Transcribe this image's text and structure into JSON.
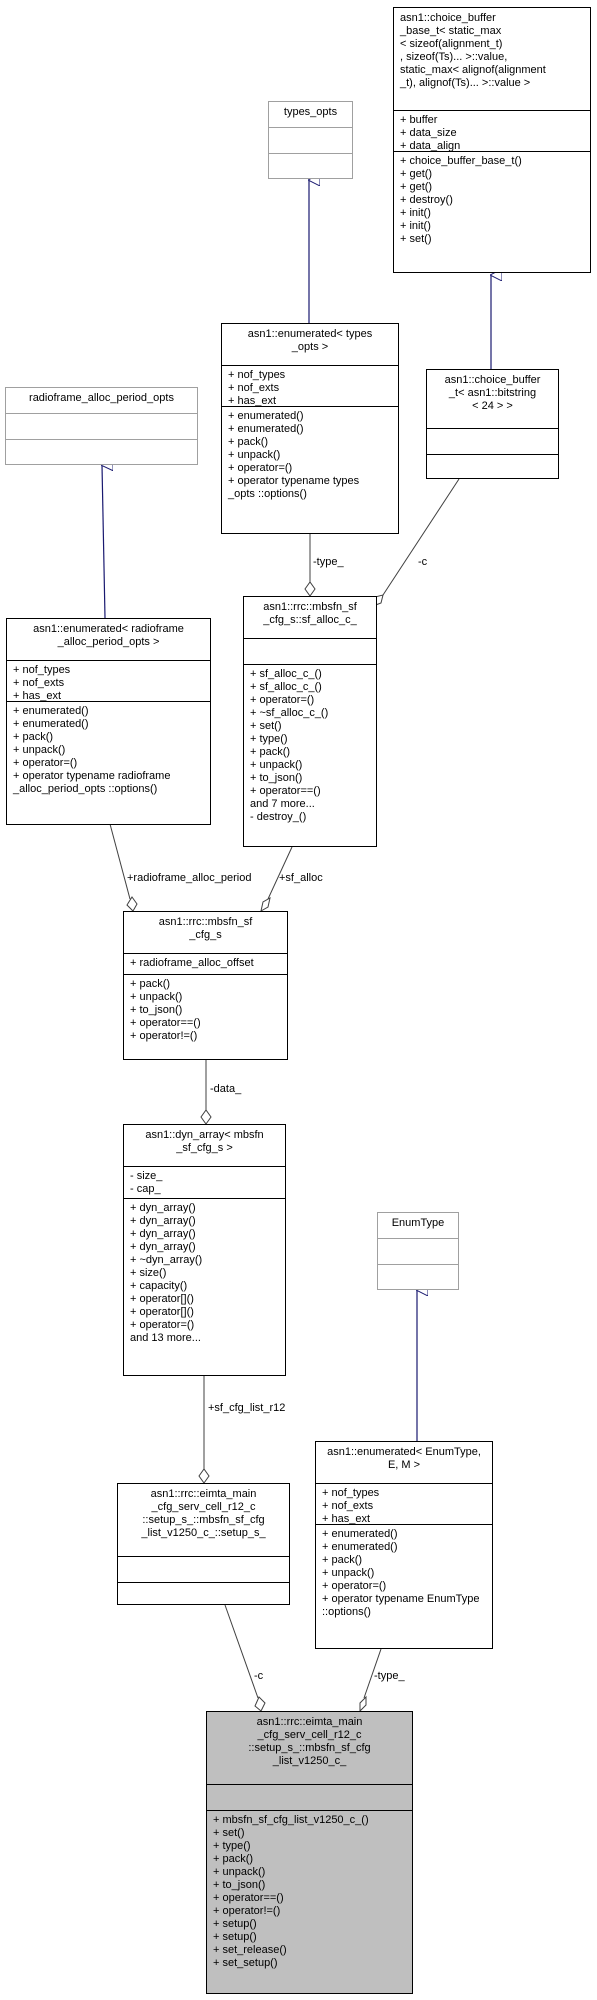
{
  "classes": {
    "choice_buffer_base": {
      "title": [
        "asn1::choice_buffer",
        "_base_t< static_max",
        "< sizeof(alignment_t)",
        ", sizeof(Ts)... >::value,",
        " static_max< alignof(alignment",
        "_t), alignof(Ts)... >::value >"
      ],
      "attributes": [
        "+ buffer",
        "+ data_size",
        "+ data_align"
      ],
      "methods": [
        "+ choice_buffer_base_t()",
        "+ get()",
        "+ get()",
        "+ destroy()",
        "+ init()",
        "+ init()",
        "+ set()"
      ]
    },
    "types_opts": {
      "title": [
        "types_opts"
      ],
      "attributes": [],
      "methods": []
    },
    "enumerated_types_opts": {
      "title": [
        "asn1::enumerated< types",
        "_opts >"
      ],
      "attributes": [
        "+ nof_types",
        "+ nof_exts",
        "+ has_ext"
      ],
      "methods": [
        "+ enumerated()",
        "+ enumerated()",
        "+ pack()",
        "+ unpack()",
        "+ operator=()",
        "+ operator typename types",
        "_opts ::options()"
      ]
    },
    "choice_buffer_bitstring": {
      "title": [
        "asn1::choice_buffer",
        "_t< asn1::bitstring",
        "< 24 > >"
      ],
      "attributes": [],
      "methods": []
    },
    "radioframe_alloc_period_opts": {
      "title": [
        "radioframe_alloc_period_opts"
      ],
      "attributes": [],
      "methods": []
    },
    "enumerated_radioframe": {
      "title": [
        "asn1::enumerated< radioframe",
        "_alloc_period_opts >"
      ],
      "attributes": [
        "+ nof_types",
        "+ nof_exts",
        "+ has_ext"
      ],
      "methods": [
        "+ enumerated()",
        "+ enumerated()",
        "+ pack()",
        "+ unpack()",
        "+ operator=()",
        "+ operator typename radioframe",
        "_alloc_period_opts ::options()"
      ]
    },
    "sf_alloc_c": {
      "title": [
        "asn1::rrc::mbsfn_sf",
        "_cfg_s::sf_alloc_c_"
      ],
      "attributes": [],
      "methods": [
        "+ sf_alloc_c_()",
        "+ sf_alloc_c_()",
        "+ operator=()",
        "+ ~sf_alloc_c_()",
        "+ set()",
        "+ type()",
        "+ pack()",
        "+ unpack()",
        "+ to_json()",
        "+ operator==()",
        "and 7 more...",
        "- destroy_()"
      ]
    },
    "mbsfn_sf_cfg_s": {
      "title": [
        "asn1::rrc::mbsfn_sf",
        "_cfg_s"
      ],
      "attributes": [
        "+ radioframe_alloc_offset"
      ],
      "methods": [
        "+ pack()",
        "+ unpack()",
        "+ to_json()",
        "+ operator==()",
        "+ operator!=()"
      ]
    },
    "dyn_array": {
      "title": [
        "asn1::dyn_array< mbsfn",
        "_sf_cfg_s >"
      ],
      "attributes": [
        "- size_",
        "- cap_"
      ],
      "methods": [
        "+ dyn_array()",
        "+ dyn_array()",
        "+ dyn_array()",
        "+ dyn_array()",
        "+ ~dyn_array()",
        "+ size()",
        "+ capacity()",
        "+ operator[]()",
        "+ operator[]()",
        "+ operator=()",
        "and 13 more..."
      ]
    },
    "enum_type": {
      "title": [
        "EnumType"
      ],
      "attributes": [],
      "methods": []
    },
    "enumerated_enumtype": {
      "title": [
        "asn1::enumerated< EnumType,",
        "E, M >"
      ],
      "attributes": [
        "+ nof_types",
        "+ nof_exts",
        "+ has_ext"
      ],
      "methods": [
        "+ enumerated()",
        "+ enumerated()",
        "+ pack()",
        "+ unpack()",
        "+ operator=()",
        "+ operator typename EnumType",
        "::options()"
      ]
    },
    "setup_s": {
      "title": [
        "asn1::rrc::eimta_main",
        "_cfg_serv_cell_r12_c",
        "::setup_s_::mbsfn_sf_cfg",
        "_list_v1250_c_::setup_s_"
      ],
      "attributes": [],
      "methods": []
    },
    "main_class": {
      "title": [
        "asn1::rrc::eimta_main",
        "_cfg_serv_cell_r12_c",
        "::setup_s_::mbsfn_sf_cfg",
        "_list_v1250_c_"
      ],
      "attributes": [],
      "methods": [
        "+ mbsfn_sf_cfg_list_v1250_c_()",
        "+ set()",
        "+ type()",
        "+ pack()",
        "+ unpack()",
        "+ to_json()",
        "+ operator==()",
        "+ operator!=()",
        "+ setup()",
        "+ setup()",
        "+ set_release()",
        "+ set_setup()"
      ]
    }
  },
  "labels": {
    "type_enum_types": "-type_",
    "c_choice": "-c",
    "radioframe_alloc_period": "+radioframe_alloc_period",
    "sf_alloc": "+sf_alloc",
    "data": "-data_",
    "sf_cfg_list_r12": "+sf_cfg_list_r12",
    "c_setup": "-c",
    "type_enumtype": "-type_"
  },
  "colors": {
    "inheritance_arrow": "#191970",
    "highlight_fill": "#bfbfbf",
    "grey_border": "#a0a0a0"
  }
}
